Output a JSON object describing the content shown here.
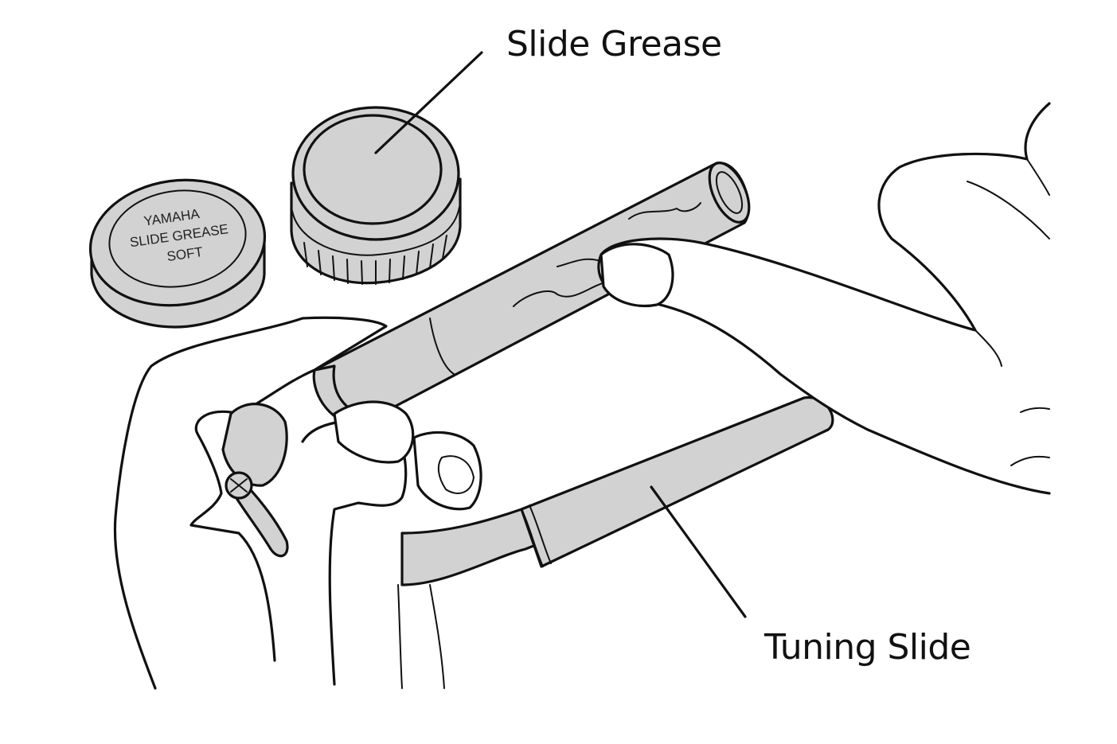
{
  "labels": {
    "slide_grease": "Slide Grease",
    "tuning_slide": "Tuning Slide"
  },
  "lid": {
    "line1": "YAMAHA",
    "line2": "SLIDE GREASE",
    "line3": "SOFT"
  },
  "colors": {
    "metal": "#d2d2d2",
    "outline": "#111111",
    "background": "#ffffff"
  }
}
